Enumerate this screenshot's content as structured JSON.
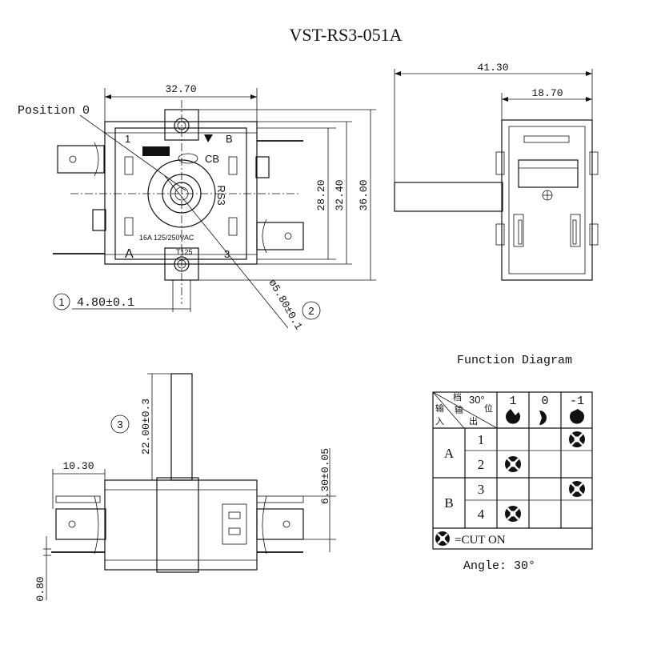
{
  "title": "VST-RS3-051A",
  "front_view": {
    "position_label": "Position 0",
    "dim_width": "32.70",
    "dim_28": "28.20",
    "dim_32": "32.40",
    "dim_36": "36.00",
    "dim_pin": "4.80±0.1",
    "dim_hole": "ø5.80±0.1",
    "marker_1": "1",
    "marker_2": "2",
    "body_label_rs3": "RS3",
    "body_label_cb": "CB",
    "body_label_rating": "16A  125/250VAC",
    "body_label_temp": "T125",
    "terminal_A": "A",
    "terminal_B": "B",
    "terminal_1": "1",
    "terminal_3": "3"
  },
  "side_view": {
    "dim_total": "41.30",
    "dim_body": "18.70"
  },
  "bottom_view": {
    "marker_3": "3",
    "dim_shaft": "22.00±0.3",
    "dim_1030": "10.30",
    "dim_630": "6.30±0.05",
    "dim_080": "0.80"
  },
  "function_diagram": {
    "title": "Function Diagram",
    "header_angle": "30°",
    "header_cn_1": "档",
    "header_cn_2": "位",
    "header_cn_3": "输",
    "header_cn_4": "输",
    "header_cn_5": "入",
    "header_cn_6": "出",
    "positions": [
      "1",
      "0",
      "-1"
    ],
    "rows": [
      {
        "input": "A",
        "output": "1",
        "on": [
          false,
          false,
          true
        ]
      },
      {
        "input": "A",
        "output": "2",
        "on": [
          true,
          false,
          false
        ]
      },
      {
        "input": "B",
        "output": "3",
        "on": [
          false,
          false,
          true
        ]
      },
      {
        "input": "B",
        "output": "4",
        "on": [
          true,
          false,
          false
        ]
      }
    ],
    "legend": "=CUT ON",
    "angle": "Angle: 30°"
  }
}
